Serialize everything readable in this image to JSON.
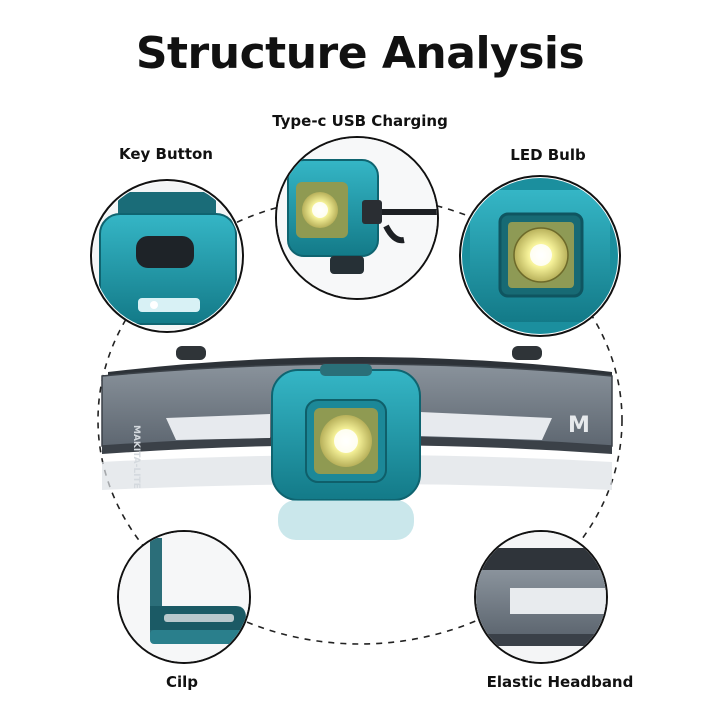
{
  "title": "Structure Analysis",
  "callouts": {
    "usb": "Type-c USB Charging",
    "key": "Key Button",
    "led": "LED Bulb",
    "clip": "Cilp",
    "band": "Elastic Headband"
  },
  "band_brand": "MAKITA-LITE",
  "colors": {
    "housing_teal": "#1f9fb0",
    "housing_dark": "#157c8a",
    "band_gray": "#6f7a85",
    "band_dark": "#3a4048",
    "reflective": "#e9ecef",
    "led_yellow": "#f4ee7a"
  }
}
